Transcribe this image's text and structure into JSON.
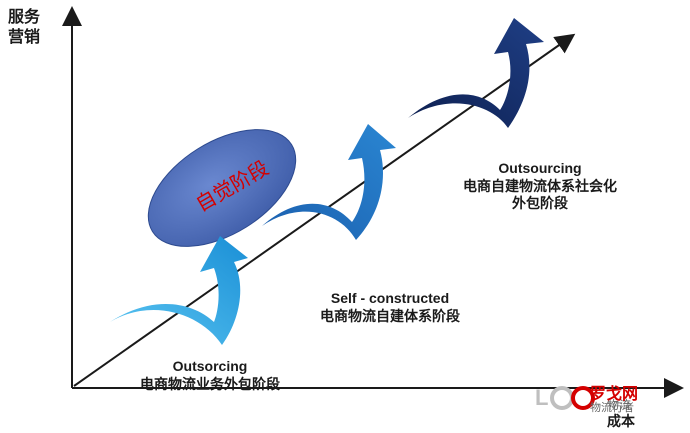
{
  "axes": {
    "y_label": "服务\n营销",
    "x_label_partial": "物流",
    "x_label": "成本"
  },
  "bubble": {
    "text": "自觉阶段"
  },
  "stages": [
    {
      "title": "Outsorcing",
      "subtitle": "电商物流业务外包阶段"
    },
    {
      "title": "Self - constructed",
      "subtitle": "电商物流自建体系阶段"
    },
    {
      "title": "Outsourcing",
      "subtitle": "电商自建物流体系社会化",
      "subtitle2": "外包阶段"
    }
  ],
  "watermark": {
    "brand": "罗戈网",
    "sub": "物流行者"
  },
  "colors": {
    "arrow_light": "#29a3e6",
    "arrow_mid": "#1565b5",
    "arrow_dark": "#12265e",
    "bubble_fill": "#4f6fbf",
    "bubble_text": "#d40000"
  }
}
